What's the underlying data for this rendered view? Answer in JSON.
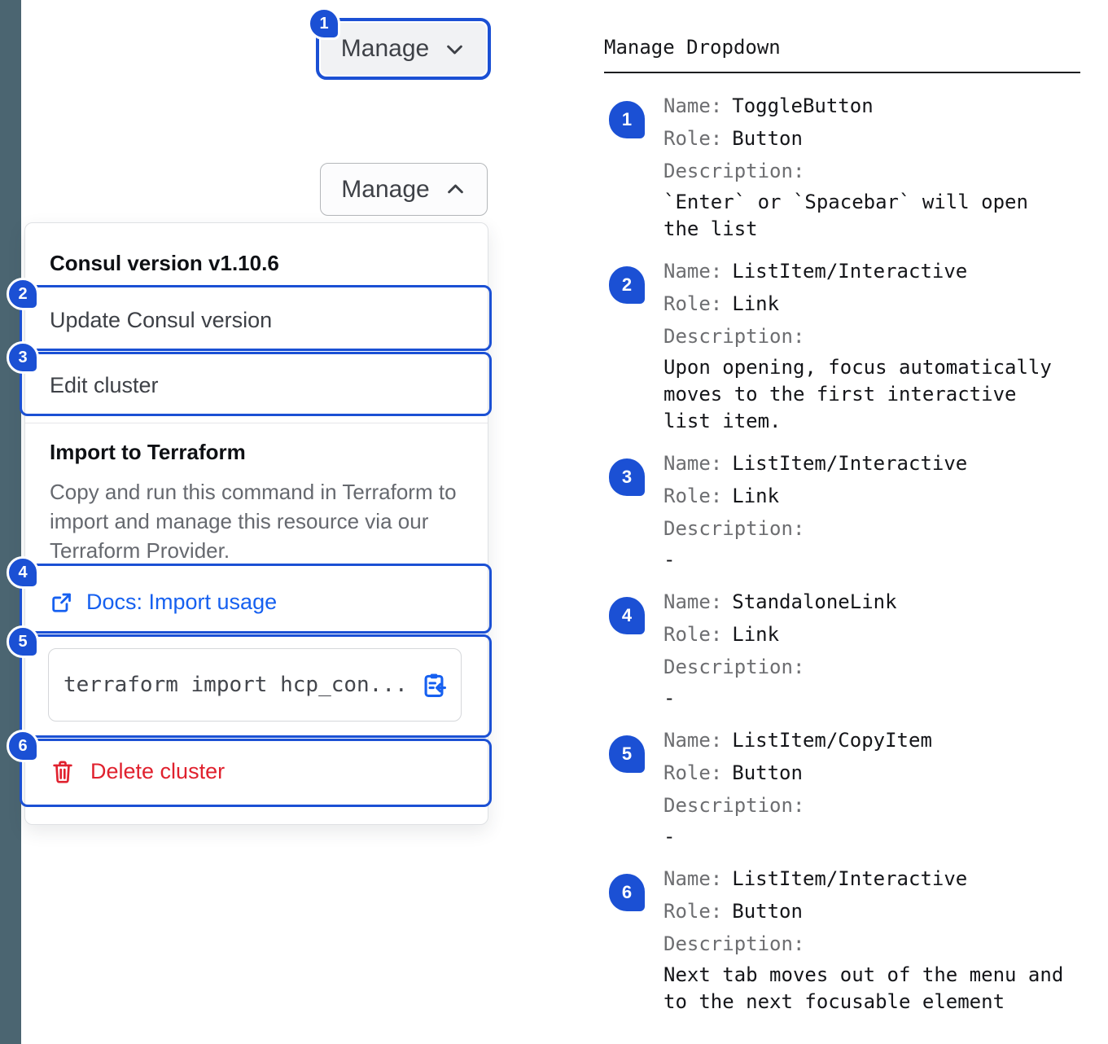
{
  "component": {
    "toggle_closed": {
      "label": "Manage"
    },
    "toggle_open": {
      "label": "Manage"
    },
    "dropdown": {
      "version_label": "Consul version v1.10.6",
      "update_item": "Update Consul version",
      "edit_item": "Edit cluster",
      "import_section": {
        "title": "Import to Terraform",
        "description": "Copy and run this command in Terraform to import and manage this resource via our Terraform Provider.",
        "docs_link_label": "Docs: Import usage",
        "command": "terraform import hcp_con...",
        "copy_icon": "clipboard-copy-icon"
      },
      "delete_item": "Delete cluster"
    }
  },
  "spec": {
    "title": "Manage Dropdown",
    "labels": {
      "name": "Name:",
      "role": "Role:",
      "description": "Description:"
    },
    "entries": [
      {
        "num": "1",
        "name": "ToggleButton",
        "role": "Button",
        "description": "`Enter` or `Spacebar` will open the list"
      },
      {
        "num": "2",
        "name": "ListItem/Interactive",
        "role": "Link",
        "description": "Upon opening, focus automatically moves to the first interactive list item."
      },
      {
        "num": "3",
        "name": "ListItem/Interactive",
        "role": "Link",
        "description": "-"
      },
      {
        "num": "4",
        "name": "StandaloneLink",
        "role": "Link",
        "description": "-"
      },
      {
        "num": "5",
        "name": "ListItem/CopyItem",
        "role": "Button",
        "description": "-"
      },
      {
        "num": "6",
        "name": "ListItem/Interactive",
        "role": "Button",
        "description": "Next tab moves out of the menu and to the next focusable element"
      }
    ]
  },
  "colors": {
    "annotation_blue": "#1b50d4",
    "link_blue": "#1660f0",
    "critical_red": "#e0212e",
    "rail_slate": "#4b6571",
    "text_primary": "#141519",
    "text_muted": "#6d6e71"
  }
}
